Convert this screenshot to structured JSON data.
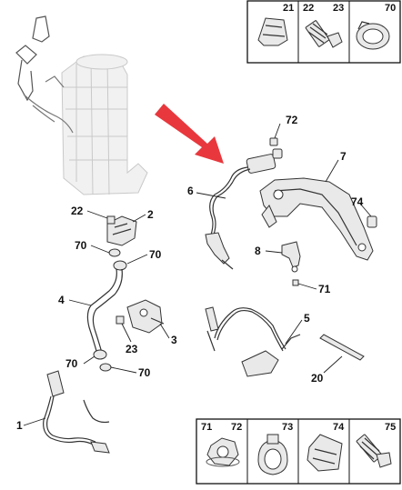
{
  "diagram": {
    "callouts": {
      "c1": "1",
      "c2": "2",
      "c3": "3",
      "c4": "4",
      "c5": "5",
      "c6": "6",
      "c7": "7",
      "c8": "8",
      "c20": "20",
      "c22": "22",
      "c23": "23",
      "c70a": "70",
      "c70b": "70",
      "c70c": "70",
      "c70d": "70",
      "c71": "71",
      "c72": "72",
      "c74": "74"
    },
    "legend_top": {
      "cells": [
        {
          "nums": [
            "21"
          ]
        },
        {
          "nums": [
            "22",
            "23"
          ]
        },
        {
          "nums": [
            "70"
          ]
        }
      ]
    },
    "legend_bottom": {
      "cells": [
        {
          "nums": [
            "71",
            "72"
          ]
        },
        {
          "nums": [
            "73"
          ]
        },
        {
          "nums": [
            "74"
          ]
        },
        {
          "nums": [
            "75"
          ]
        }
      ]
    },
    "colors": {
      "arrow": "#e8383d",
      "ghost_component": "#c9c9c9",
      "part_outline": "#333333"
    }
  }
}
